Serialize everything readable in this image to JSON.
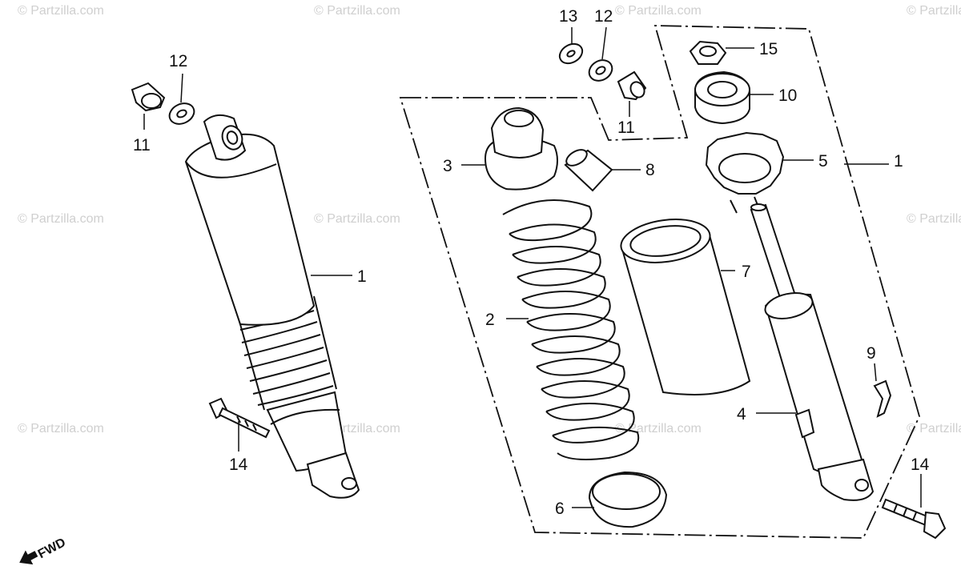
{
  "watermark": "© Partzilla.com",
  "fwd_label": "FWD",
  "callouts": {
    "left_shock": "1",
    "left_washer": "12",
    "left_bushing": "11",
    "left_bolt": "14",
    "top_washer_a": "13",
    "top_washer_b": "12",
    "top_bushing": "11",
    "upper_seat": "3",
    "spring": "2",
    "collar": "8",
    "dust_cover": "7",
    "lower_seat": "6",
    "nut": "15",
    "stopper_rubber": "10",
    "adjuster": "5",
    "assembly": "1",
    "damper": "4",
    "clip": "9",
    "right_bolt": "14"
  }
}
